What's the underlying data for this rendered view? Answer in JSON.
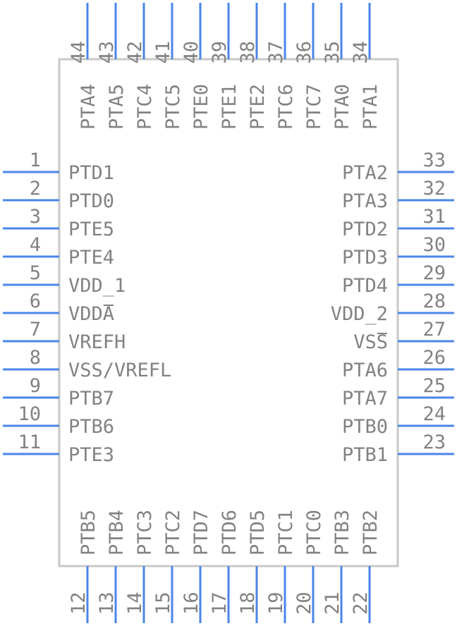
{
  "colors": {
    "pin": "#4a86e8",
    "outline": "#c8c8c8",
    "text": "#828282"
  },
  "pins": {
    "left": [
      {
        "num": "1",
        "name": "PTD1"
      },
      {
        "num": "2",
        "name": "PTD0"
      },
      {
        "num": "3",
        "name": "PTE5"
      },
      {
        "num": "4",
        "name": "PTE4"
      },
      {
        "num": "5",
        "name": "VDD_1"
      },
      {
        "num": "6",
        "name": "VDDA",
        "overline": true
      },
      {
        "num": "7",
        "name": "VREFH"
      },
      {
        "num": "8",
        "name": "VSS/VREFL"
      },
      {
        "num": "9",
        "name": "PTB7"
      },
      {
        "num": "10",
        "name": "PTB6"
      },
      {
        "num": "11",
        "name": "PTE3"
      }
    ],
    "bottom": [
      {
        "num": "12",
        "name": "PTB5"
      },
      {
        "num": "13",
        "name": "PTB4"
      },
      {
        "num": "14",
        "name": "PTC3"
      },
      {
        "num": "15",
        "name": "PTC2"
      },
      {
        "num": "16",
        "name": "PTD7"
      },
      {
        "num": "17",
        "name": "PTD6"
      },
      {
        "num": "18",
        "name": "PTD5"
      },
      {
        "num": "19",
        "name": "PTC1"
      },
      {
        "num": "20",
        "name": "PTC0"
      },
      {
        "num": "21",
        "name": "PTB3"
      },
      {
        "num": "22",
        "name": "PTB2"
      }
    ],
    "right": [
      {
        "num": "33",
        "name": "PTA2"
      },
      {
        "num": "32",
        "name": "PTA3"
      },
      {
        "num": "31",
        "name": "PTD2"
      },
      {
        "num": "30",
        "name": "PTD3"
      },
      {
        "num": "29",
        "name": "PTD4"
      },
      {
        "num": "28",
        "name": "VDD_2"
      },
      {
        "num": "27",
        "name": "VSS",
        "overline": true
      },
      {
        "num": "26",
        "name": "PTA6"
      },
      {
        "num": "25",
        "name": "PTA7"
      },
      {
        "num": "24",
        "name": "PTB0"
      },
      {
        "num": "23",
        "name": "PTB1"
      }
    ],
    "top": [
      {
        "num": "44",
        "name": "PTA4"
      },
      {
        "num": "43",
        "name": "PTA5"
      },
      {
        "num": "42",
        "name": "PTC4"
      },
      {
        "num": "41",
        "name": "PTC5"
      },
      {
        "num": "40",
        "name": "PTE0"
      },
      {
        "num": "39",
        "name": "PTE1"
      },
      {
        "num": "38",
        "name": "PTE2"
      },
      {
        "num": "37",
        "name": "PTC6"
      },
      {
        "num": "36",
        "name": "PTC7"
      },
      {
        "num": "35",
        "name": "PTA0"
      },
      {
        "num": "34",
        "name": "PTA1"
      }
    ]
  }
}
